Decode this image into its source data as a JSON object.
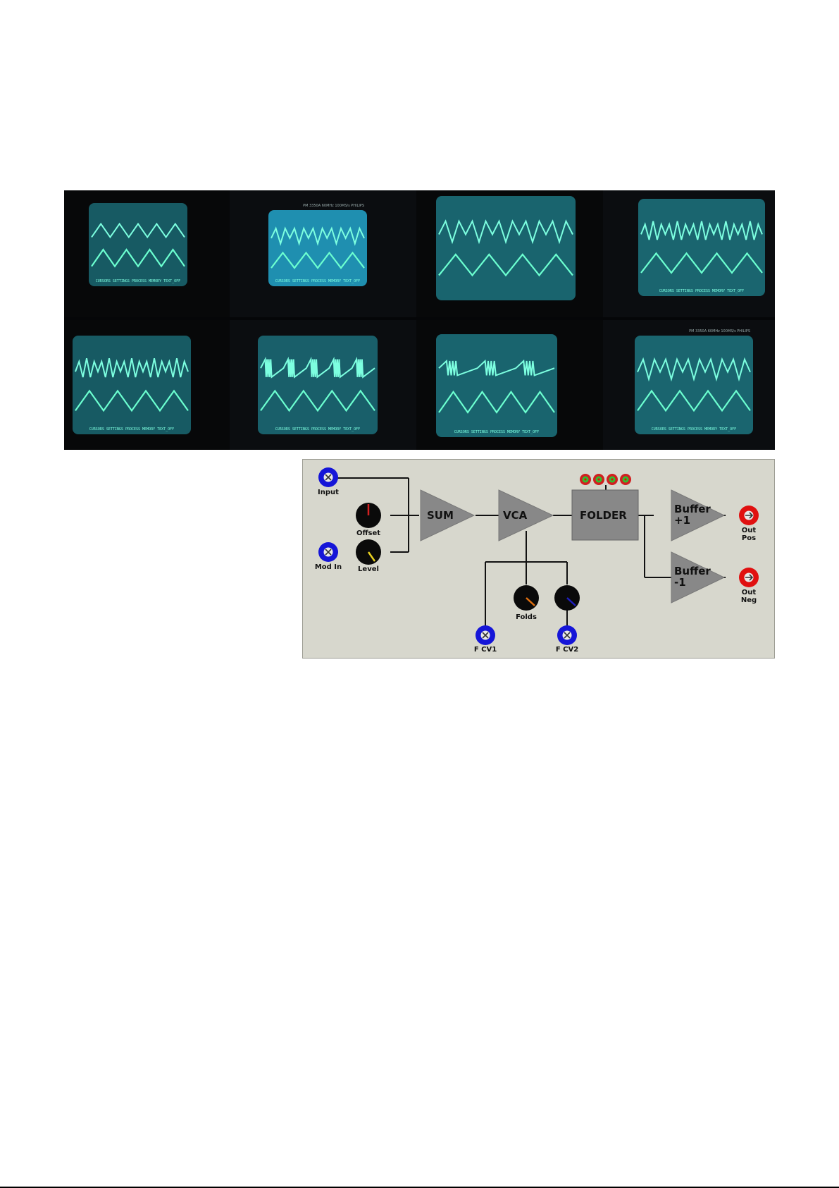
{
  "scope_screens": [
    {
      "softkeys": "CURSORS SETTINGS PROCESS MEMORY TEXT_OFF",
      "top_trace": "triangle",
      "bottom_trace": "triangle"
    },
    {
      "softkeys": "CURSORS SETTINGS PROCESS MEMORY TEXT_OFF",
      "top_trace": "folded",
      "bottom_trace": "triangle",
      "header": "PM 3350A 60MHz 100MS/s  PHILIPS"
    },
    {
      "softkeys": "",
      "top_trace": "folded",
      "bottom_trace": "triangle"
    },
    {
      "softkeys": "CURSORS SETTINGS PROCESS MEMORY TEXT_OFF",
      "top_trace": "dense-folded",
      "bottom_trace": "triangle"
    },
    {
      "softkeys": "CURSORS SETTINGS PROCESS MEMORY TEXT_OFF",
      "top_trace": "dense-folded",
      "bottom_trace": "triangle"
    },
    {
      "softkeys": "CURSORS SETTINGS PROCESS MEMORY TEXT_OFF",
      "top_trace": "burst",
      "bottom_trace": "triangle"
    },
    {
      "softkeys": "CURSORS SETTINGS PROCESS MEMORY TEXT_OFF",
      "top_trace": "flat-burst",
      "bottom_trace": "triangle"
    },
    {
      "softkeys": "CURSORS SETTINGS PROCESS MEMORY TEXT_OFF",
      "top_trace": "folded",
      "bottom_trace": "triangle",
      "header": "PM 3350A 60MHz 100MS/s  PHILIPS"
    }
  ],
  "diagram": {
    "jacks": {
      "input": "Input",
      "mod_in": "Mod In",
      "f_cv1": "F CV1",
      "f_cv2": "F CV2",
      "out_pos": [
        "Out",
        "Pos"
      ],
      "out_neg": [
        "Out",
        "Neg"
      ]
    },
    "knobs": {
      "offset": "Offset",
      "level": "Level",
      "folds": "Folds"
    },
    "blocks": {
      "sum": "SUM",
      "vca": "VCA",
      "folder": "FOLDER",
      "buffer_pos": [
        "Buffer",
        "+1"
      ],
      "buffer_neg": [
        "Buffer",
        "-1"
      ]
    },
    "led_count": 4,
    "colors": {
      "panel_bg": "#d7d7cd",
      "block_fill": "#888888",
      "input_jack": "#1515d8",
      "output_jack": "#e01010",
      "knob": "#0a0a0a",
      "offset_pointer": "#d42020",
      "level_pointer": "#e8d020",
      "folds_pointer": "#e07010",
      "fcv2_pointer": "#2020c0",
      "led_outer": "#d02020",
      "led_inner": "#30c030"
    }
  }
}
